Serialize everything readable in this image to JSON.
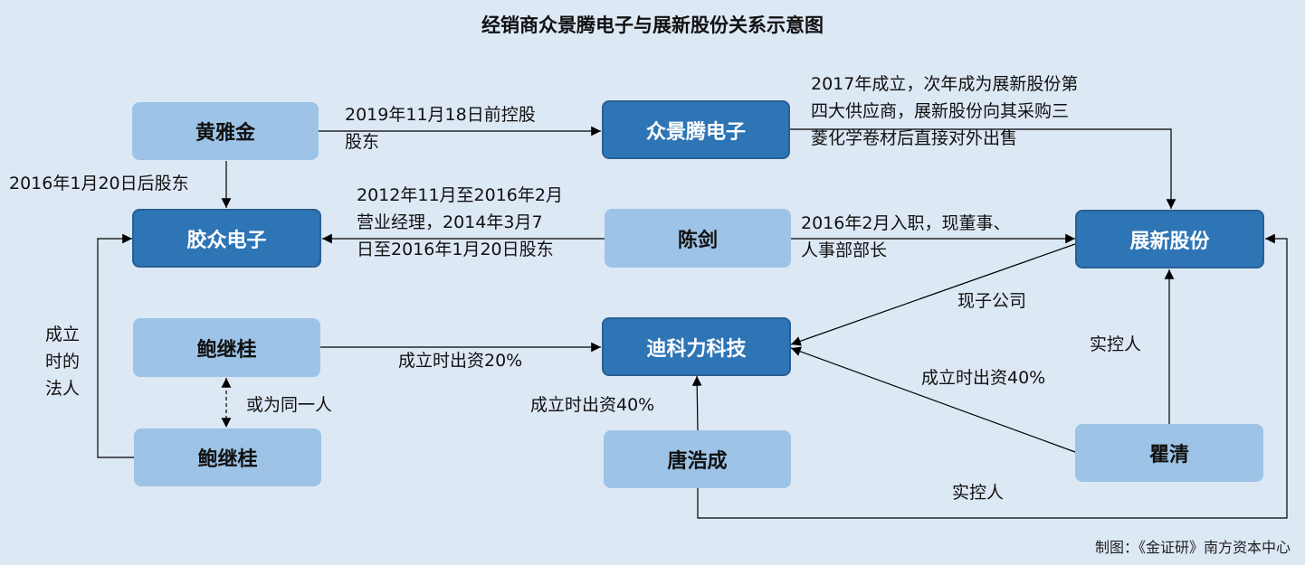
{
  "title": "经销商众景腾电子与展新股份关系示意图",
  "nodes": {
    "huang": "黄雅金",
    "zjt": "众景腾电子",
    "jiaozhong": "胶众电子",
    "chenjian": "陈剑",
    "zhanxin": "展新股份",
    "bao1": "鲍继桂",
    "dili": "迪科力科技",
    "bao2": "鲍继桂",
    "tang": "唐浩成",
    "qu": "瞿清"
  },
  "labels": {
    "huang_zjt": [
      "2019年11月18日前控股",
      "股东"
    ],
    "zjt_note": [
      "2017年成立，次年成为展新股份第",
      "四大供应商，展新股份向其采购三",
      "菱化学卷材后直接对外出售"
    ],
    "huang_jiaozhong": "2016年1月20日后股东",
    "chen_jiaozhong": [
      "2012年11月至2016年2月",
      "营业经理，2014年3月7",
      "日至2016年1月20日股东"
    ],
    "chen_zhanxin": [
      "2016年2月入职，现董事、",
      "人事部部长"
    ],
    "subsidiary": "现子公司",
    "founder_legal": [
      "成立",
      "时的",
      "法人"
    ],
    "same_person": "或为同一人",
    "bao_invest": "成立时出资20%",
    "tang_invest": "成立时出资40%",
    "qu_invest": "成立时出资40%",
    "qu_control": "实控人",
    "tang_control": "实控人"
  },
  "footer": "制图：《金证研》南方资本中心",
  "colors": {
    "background": "#dde8f5",
    "light_node": "#9dc3e6",
    "dark_node": "#2e75b6",
    "line": "#000000"
  }
}
